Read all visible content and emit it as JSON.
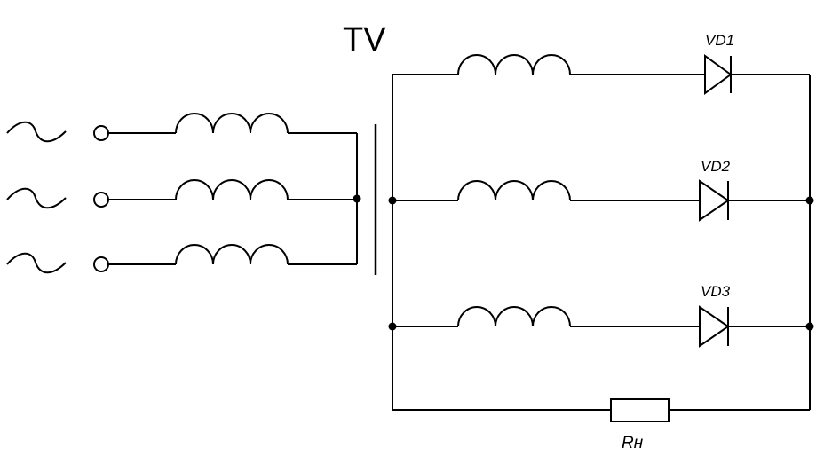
{
  "transformer": {
    "label": "TV"
  },
  "primary": {
    "phases": [
      {
        "id": "phase-1"
      },
      {
        "id": "phase-2"
      },
      {
        "id": "phase-3"
      }
    ]
  },
  "secondary": {
    "branches": [
      {
        "diode_label": "VD1"
      },
      {
        "diode_label": "VD2"
      },
      {
        "diode_label": "VD3"
      }
    ]
  },
  "load": {
    "label": "Rн"
  }
}
